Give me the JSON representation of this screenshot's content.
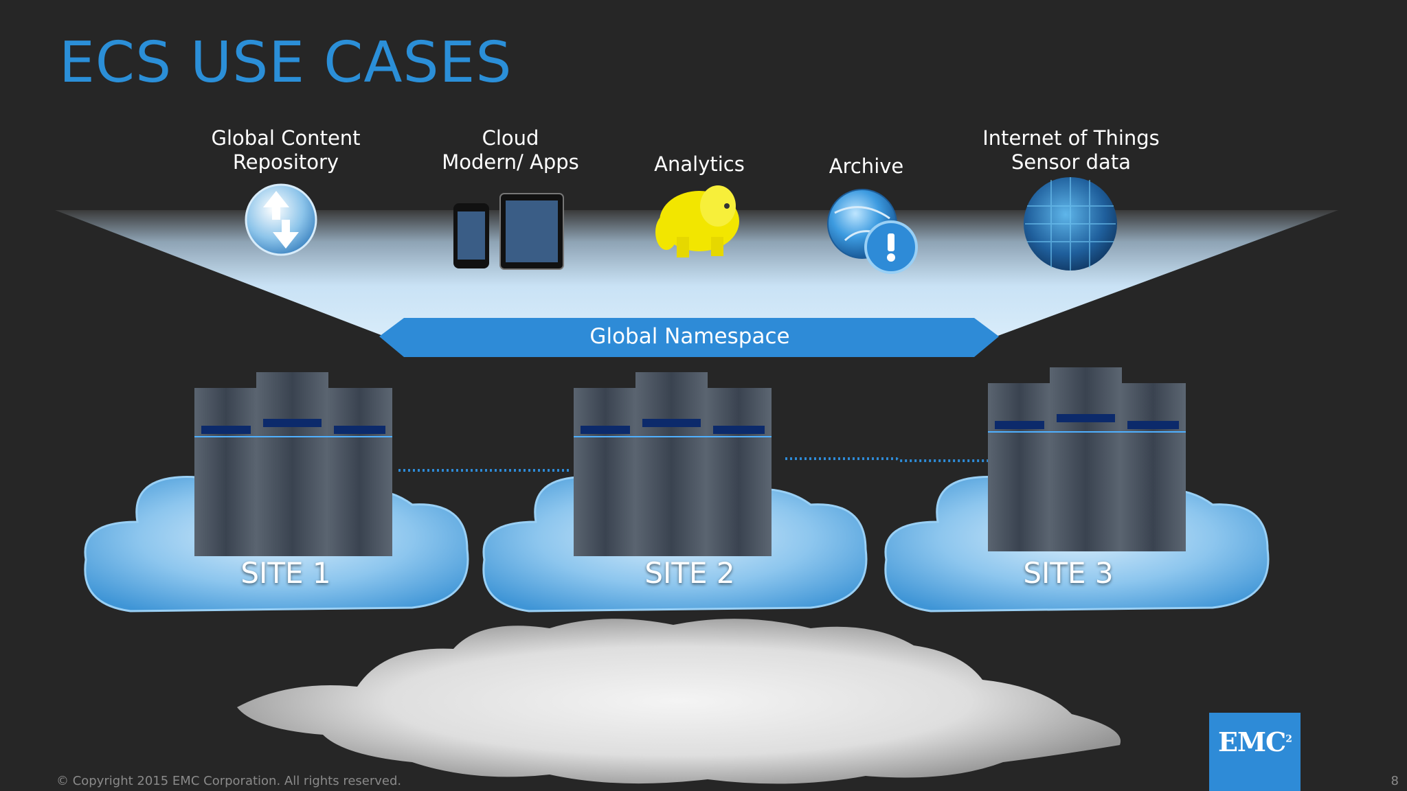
{
  "slide": {
    "title": "ECS USE CASES",
    "copyright": "© Copyright 2015 EMC Corporation. All rights reserved.",
    "page_number": "8"
  },
  "use_cases": [
    {
      "label": "Global Content\nRepository",
      "icon": "sync-arrows-icon"
    },
    {
      "label": "Cloud\nModern/ Apps",
      "icon": "mobile-devices-icon"
    },
    {
      "label": "Analytics",
      "icon": "hadoop-elephant-icon"
    },
    {
      "label": "Archive",
      "icon": "archive-globe-icon"
    },
    {
      "label": "Internet of Things\nSensor data",
      "icon": "iot-globe-icon"
    }
  ],
  "namespace": {
    "label": "Global Namespace"
  },
  "sites": [
    {
      "label": "SITE 1"
    },
    {
      "label": "SITE 2"
    },
    {
      "label": "SITE 3"
    }
  ],
  "logo": {
    "text": "EMC",
    "superscript": "2"
  },
  "colors": {
    "accent_blue": "#2b8fd8",
    "background": "#262626",
    "funnel_light": "#cfe6f7"
  }
}
